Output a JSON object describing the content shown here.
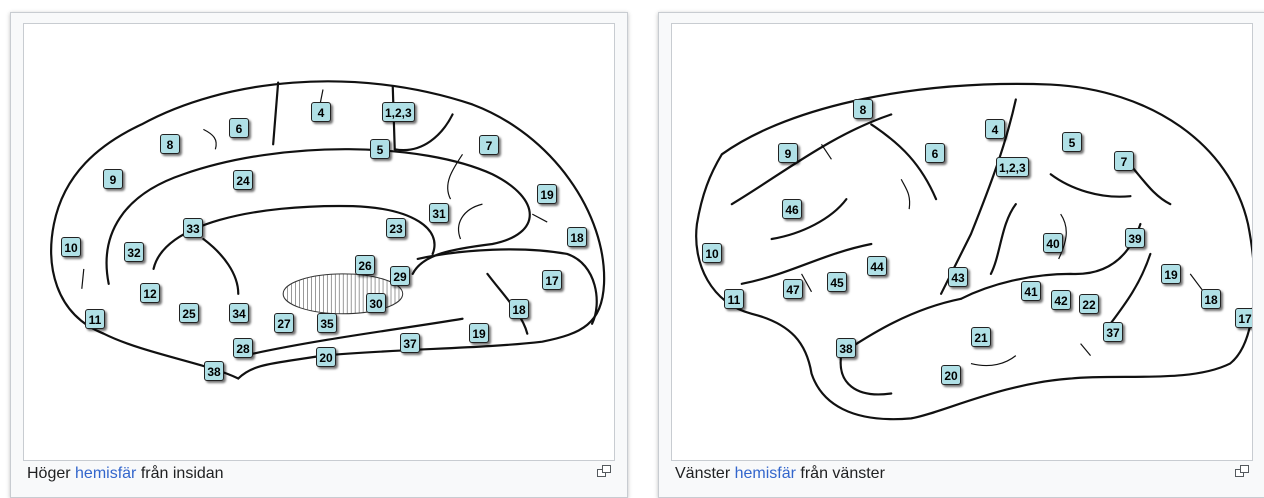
{
  "left_figure": {
    "caption_prefix": "Höger",
    "caption_link": "hemisfär",
    "caption_suffix": "från insidan",
    "labels": [
      "4",
      "1,2,3",
      "6",
      "8",
      "5",
      "7",
      "9",
      "24",
      "19",
      "31",
      "33",
      "23",
      "18",
      "10",
      "32",
      "26",
      "29",
      "17",
      "12",
      "30",
      "18",
      "25",
      "34",
      "27",
      "35",
      "11",
      "19",
      "28",
      "37",
      "20",
      "38"
    ]
  },
  "right_figure": {
    "caption_prefix": "Vänster",
    "caption_link": "hemisfär",
    "caption_suffix": "från vänster",
    "labels": [
      "8",
      "4",
      "5",
      "9",
      "6",
      "1,2,3",
      "7",
      "46",
      "40",
      "39",
      "10",
      "44",
      "43",
      "45",
      "41",
      "42",
      "22",
      "19",
      "11",
      "47",
      "18",
      "17",
      "37",
      "21",
      "38",
      "20"
    ]
  },
  "colors": {
    "badge_fill": "#b0e0e6",
    "link": "#3366cc"
  },
  "icons": [
    "magnify-icon"
  ]
}
